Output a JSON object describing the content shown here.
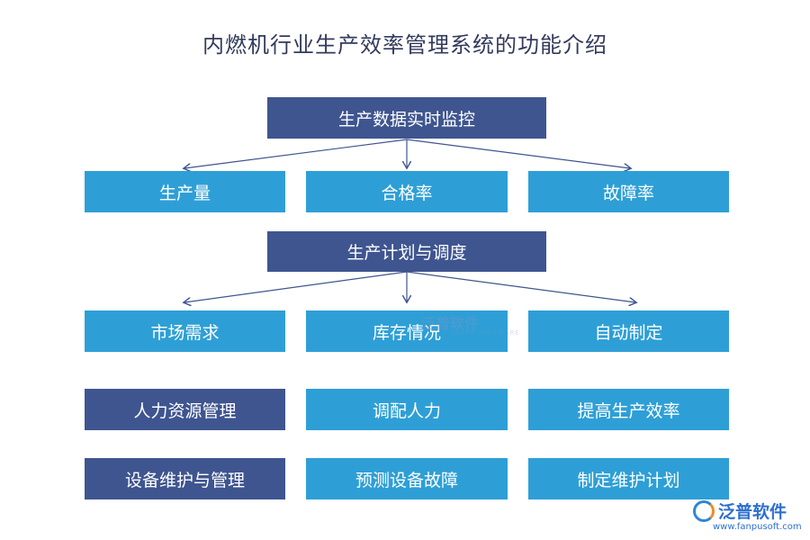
{
  "title": "内燃机行业生产效率管理系统的功能介绍",
  "group1": {
    "header": "生产数据实时监控",
    "items": [
      "生产量",
      "合格率",
      "故障率"
    ]
  },
  "group2": {
    "header": "生产计划与调度",
    "items": [
      "市场需求",
      "库存情况",
      "自动制定"
    ]
  },
  "row3": [
    "人力资源管理",
    "调配人力",
    "提高生产效率"
  ],
  "row4": [
    "设备维护与管理",
    "预测设备故障",
    "制定维护计划"
  ],
  "watermark": {
    "text": "泛普软件",
    "sub": "FANPU SOFTWARE"
  },
  "logo": {
    "text": "泛普软件",
    "url": "www.fanpusoft.com"
  },
  "colors": {
    "dark": "#3f5590",
    "light": "#2e9fd6",
    "arrow": "#3f5590"
  }
}
